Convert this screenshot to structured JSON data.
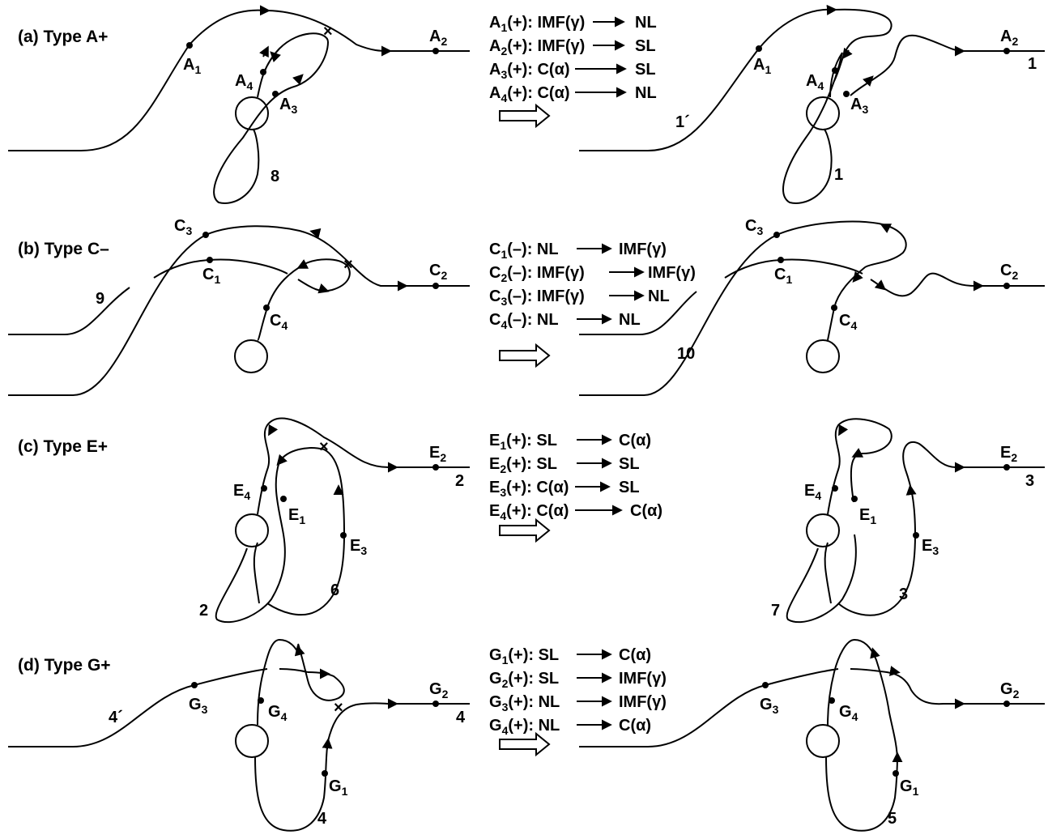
{
  "panels": [
    {
      "title": "(a) Type A+",
      "rules": [
        "A1(+): IMF(γ) ⟶ NL",
        "A2(+): IMF(γ) ⟶ SL",
        "A3(+): C(α) ⟶ SL",
        "A4(+): C(α) ⟶ NL"
      ],
      "rules_rich": [
        {
          "base": "A",
          "sub": "1",
          "rest": "(+): IMF(γ)",
          "target": "NL"
        },
        {
          "base": "A",
          "sub": "2",
          "rest": "(+): IMF(γ)",
          "target": "SL"
        },
        {
          "base": "A",
          "sub": "3",
          "rest": "(+): C(α)",
          "target": "SL"
        },
        {
          "base": "A",
          "sub": "4",
          "rest": "(+): C(α)",
          "target": "NL"
        }
      ],
      "left_points": [
        {
          "base": "A",
          "sub": "1"
        },
        {
          "base": "A",
          "sub": "2"
        },
        {
          "base": "A",
          "sub": "4"
        },
        {
          "base": "A",
          "sub": "3"
        }
      ],
      "right_points": [
        {
          "base": "A",
          "sub": "1"
        },
        {
          "base": "A",
          "sub": "2"
        },
        {
          "base": "A",
          "sub": "4"
        },
        {
          "base": "A",
          "sub": "3"
        }
      ],
      "numbers_left": [
        "8"
      ],
      "numbers_right": [
        "1",
        "1´",
        "1"
      ]
    },
    {
      "title": "(b) Type C–",
      "rules_rich": [
        {
          "base": "C",
          "sub": "1",
          "rest": "(–): NL",
          "target": "IMF(γ)"
        },
        {
          "base": "C",
          "sub": "2",
          "rest": "(–): IMF(γ)",
          "target": "IMF(γ)"
        },
        {
          "base": "C",
          "sub": "3",
          "rest": "(–): IMF(γ)",
          "target": "NL"
        },
        {
          "base": "C",
          "sub": "4",
          "rest": "(–): NL",
          "target": "NL"
        }
      ],
      "left_points": [
        {
          "base": "C",
          "sub": "3"
        },
        {
          "base": "C",
          "sub": "1"
        },
        {
          "base": "C",
          "sub": "2"
        },
        {
          "base": "C",
          "sub": "4"
        }
      ],
      "right_points": [
        {
          "base": "C",
          "sub": "3"
        },
        {
          "base": "C",
          "sub": "1"
        },
        {
          "base": "C",
          "sub": "2"
        },
        {
          "base": "C",
          "sub": "4"
        }
      ],
      "numbers_left": [
        "9"
      ],
      "numbers_right": [
        "10"
      ]
    },
    {
      "title": "(c) Type E+",
      "rules_rich": [
        {
          "base": "E",
          "sub": "1",
          "rest": "(+): SL",
          "target": "C(α)"
        },
        {
          "base": "E",
          "sub": "2",
          "rest": "(+): SL",
          "target": "SL"
        },
        {
          "base": "E",
          "sub": "3",
          "rest": "(+): C(α)",
          "target": "SL"
        },
        {
          "base": "E",
          "sub": "4",
          "rest": "(+): C(α)",
          "target": "C(α)"
        }
      ],
      "left_points": [
        {
          "base": "E",
          "sub": "2"
        },
        {
          "base": "E",
          "sub": "4"
        },
        {
          "base": "E",
          "sub": "1"
        },
        {
          "base": "E",
          "sub": "3"
        }
      ],
      "right_points": [
        {
          "base": "E",
          "sub": "2"
        },
        {
          "base": "E",
          "sub": "4"
        },
        {
          "base": "E",
          "sub": "1"
        },
        {
          "base": "E",
          "sub": "3"
        }
      ],
      "numbers_left": [
        "2",
        "2",
        "6"
      ],
      "numbers_right": [
        "3",
        "7",
        "3"
      ]
    },
    {
      "title": "(d) Type G+",
      "rules_rich": [
        {
          "base": "G",
          "sub": "1",
          "rest": "(+): SL",
          "target": "C(α)"
        },
        {
          "base": "G",
          "sub": "2",
          "rest": "(+): SL",
          "target": "IMF(γ)"
        },
        {
          "base": "G",
          "sub": "3",
          "rest": "(+): NL",
          "target": "IMF(γ)"
        },
        {
          "base": "G",
          "sub": "4",
          "rest": "(+): NL",
          "target": "C(α)"
        }
      ],
      "left_points": [
        {
          "base": "G",
          "sub": "2"
        },
        {
          "base": "G",
          "sub": "3"
        },
        {
          "base": "G",
          "sub": "4"
        },
        {
          "base": "G",
          "sub": "1"
        }
      ],
      "right_points": [
        {
          "base": "G",
          "sub": "2"
        },
        {
          "base": "G",
          "sub": "3"
        },
        {
          "base": "G",
          "sub": "4"
        },
        {
          "base": "G",
          "sub": "1"
        }
      ],
      "numbers_left": [
        "4´",
        "4",
        "4"
      ],
      "numbers_right": [
        "5"
      ]
    }
  ],
  "cross_mark": "×",
  "transition_arrow_icon": "hollow-right-arrow-icon",
  "stroke_color": "#000000",
  "background_color": "#ffffff"
}
